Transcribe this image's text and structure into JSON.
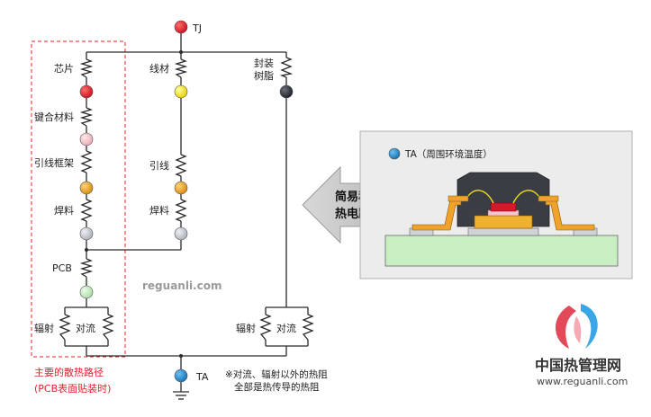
{
  "nodes": {
    "tj": "TJ",
    "ta": "TA"
  },
  "left_branch": {
    "chip": "芯片",
    "bond": "键合材料",
    "leadframe": "引线框架",
    "solder": "焊料",
    "pcb": "PCB",
    "radiation": "辐射",
    "convection": "对流"
  },
  "mid_branch": {
    "wire": "线材",
    "lead": "引线",
    "solder": "焊料"
  },
  "right_branch": {
    "resin_line1": "封装",
    "resin_line2": "树脂",
    "radiation": "辐射",
    "convection": "对流"
  },
  "main_path": {
    "line1": "主要的散热路径",
    "line2": "(PCB表面贴装时)"
  },
  "note": {
    "line1": "※对流、辐射以外的热阻",
    "line2": "全部是热传导的热阻"
  },
  "watermark": "reguanli.com",
  "arrow_label": {
    "line1": "简易稳态",
    "line2": "热电路网"
  },
  "package_panel": {
    "ta_label": "TA（周围环境温度）"
  },
  "brand": {
    "name": "中国热管理网",
    "url": "www.reguanli.com"
  },
  "colors": {
    "red": "#d9172a",
    "yellow": "#f2e21a",
    "dark": "#2b2f36",
    "pink": "#f4c6cb",
    "orange": "#e8a019",
    "lightgray": "#c9cdd3",
    "lightgreen": "#c6ecc4",
    "blue": "#1e88c8",
    "highlight_box": "#e0202b"
  }
}
